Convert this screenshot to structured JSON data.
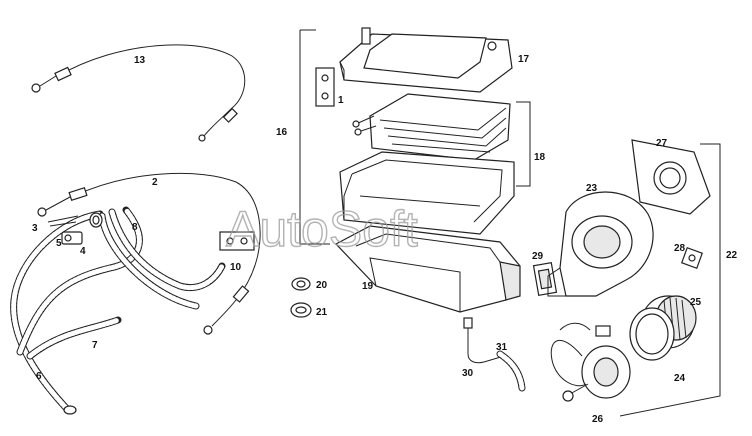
{
  "watermark": "AutoSoft",
  "callouts": [
    "1",
    "2",
    "3",
    "4",
    "5",
    "6",
    "7",
    "8",
    "10",
    "13",
    "16",
    "17",
    "18",
    "19",
    "20",
    "21",
    "22",
    "23",
    "24",
    "25",
    "26",
    "27",
    "28",
    "29",
    "30",
    "31"
  ]
}
